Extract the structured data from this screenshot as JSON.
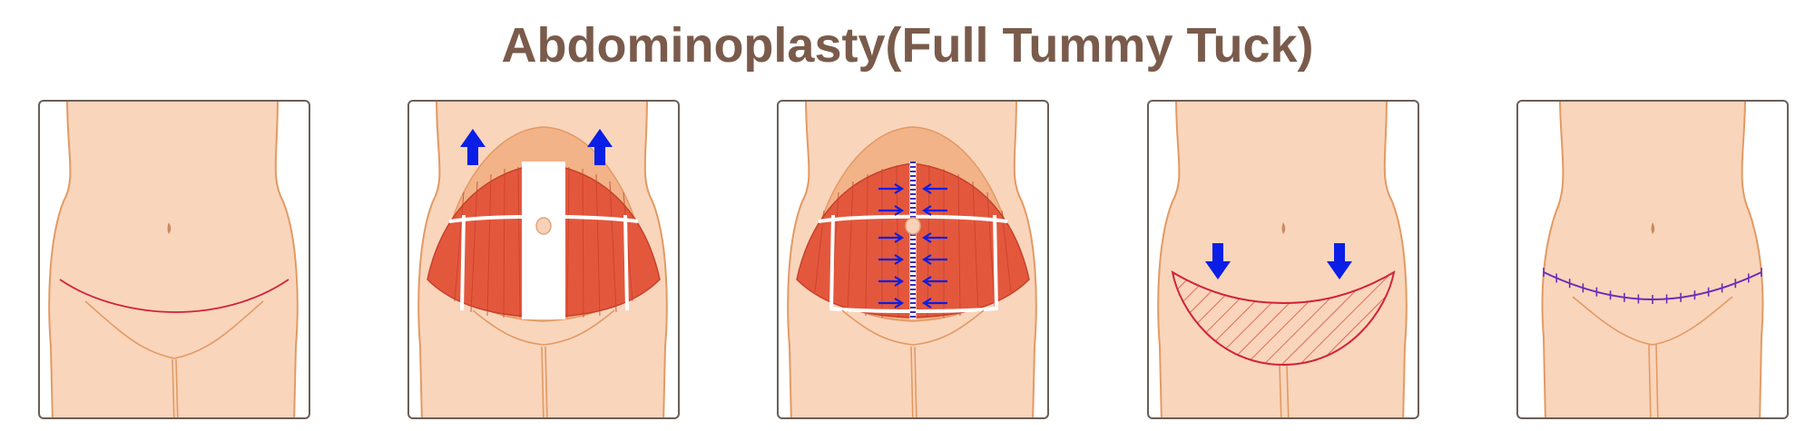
{
  "title": "Abdominoplasty(Full Tummy Tuck)",
  "colors": {
    "title": "#7a5b4b",
    "skin": "#f9d5bc",
    "skin_outline": "#e39a63",
    "fat_flap": "#f2b388",
    "muscle": "#e3583d",
    "muscle_stripes": "#c7402a",
    "fascia": "#ffffff",
    "incision": "#d0243a",
    "arrow": "#0a1ee6",
    "suture": "#6a2fb5",
    "frame": "#6b5f57"
  },
  "steps": [
    {
      "name": "incision-marking",
      "icons": [
        "incision-line"
      ]
    },
    {
      "name": "flap-lifted-muscles-exposed",
      "icons": [
        "arrow-up-icon",
        "arrow-up-icon"
      ]
    },
    {
      "name": "muscle-plication",
      "icons": [
        "arrow-right-icon",
        "arrow-left-icon",
        "suture-line"
      ]
    },
    {
      "name": "excess-skin-removal",
      "icons": [
        "arrow-down-icon",
        "arrow-down-icon",
        "hatched-excess-skin"
      ]
    },
    {
      "name": "closed-incision",
      "icons": [
        "sutured-scar"
      ]
    }
  ]
}
